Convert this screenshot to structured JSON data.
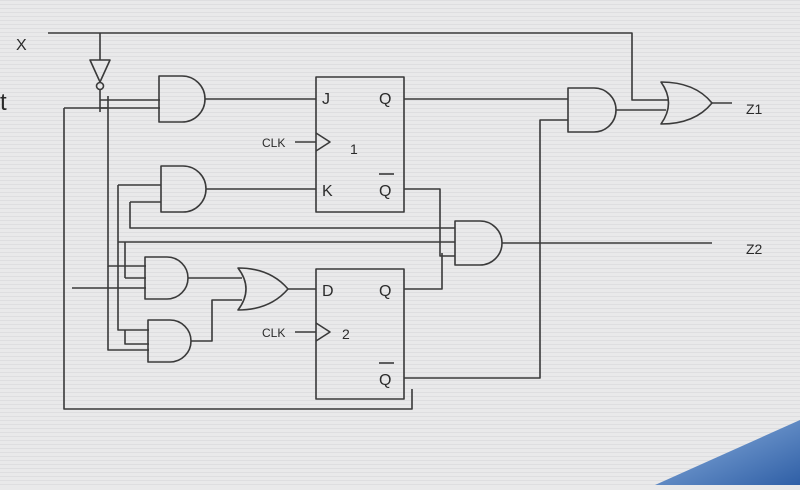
{
  "labels": {
    "input_x": "X",
    "left_edge_fragment": "t",
    "output_z1": "Z1",
    "output_z2": "Z2",
    "ff1": {
      "j": "J",
      "k": "K",
      "q": "Q",
      "qbar": "Q",
      "clk": "CLK",
      "number": "1"
    },
    "ff2": {
      "d": "D",
      "q": "Q",
      "qbar": "Q",
      "clk": "CLK",
      "number": "2"
    }
  },
  "colors": {
    "background": "#e9e9ea",
    "wire": "#3a3a3a",
    "text": "#2b2b2b",
    "screen_corner": "#3e73b9"
  }
}
